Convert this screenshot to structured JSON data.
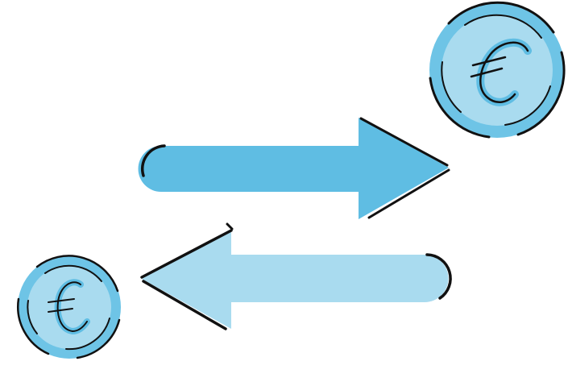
{
  "illustration": {
    "colors": {
      "background": "#ffffff",
      "arrow_right_fill": "#5fbde3",
      "arrow_left_fill": "#a9dbef",
      "coin_outer_fill": "#6ec4e6",
      "coin_inner_fill": "#a9dbef",
      "outline": "#111111"
    },
    "elements": {
      "arrow_right": {
        "icon": "arrow-right-icon",
        "direction": "right"
      },
      "arrow_left": {
        "icon": "arrow-left-icon",
        "direction": "left"
      },
      "coin_top_right": {
        "icon": "euro-coin-icon",
        "symbol": "euro"
      },
      "coin_bottom_left": {
        "icon": "euro-coin-icon",
        "symbol": "euro"
      }
    }
  }
}
